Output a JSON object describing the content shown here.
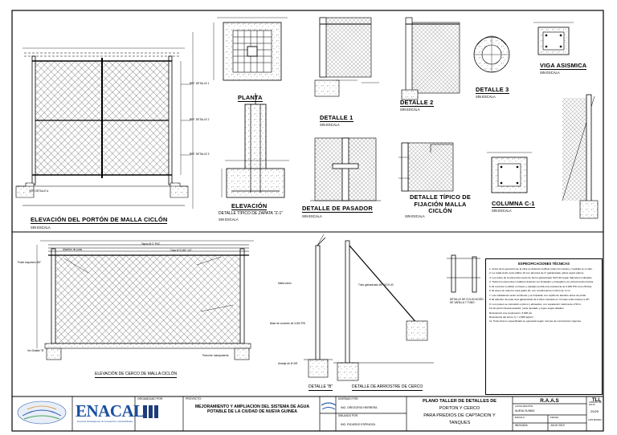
{
  "sheet": {
    "drawings": {
      "porton": {
        "title": "ELEVACIÓN DEL PORTÓN DE MALLA CICLÓN",
        "scale": "SIN ESCALA"
      },
      "planta": {
        "title": "PLANTA"
      },
      "zapata": {
        "title": "ELEVACIÓN",
        "subtitle": "DETALLE TÍPICO DE ZAPATA \"Z-1\"",
        "scale": "SIN ESCALA"
      },
      "pasador": {
        "title": "DETALLE DE PASADOR",
        "scale": "SIN ESCALA"
      },
      "detalle1": {
        "title": "DETALLE 1",
        "scale": "SIN ESCALA"
      },
      "detalle2": {
        "title": "DETALLE 2",
        "scale": "SIN ESCALA"
      },
      "detalle3": {
        "title": "DETALLE 3",
        "scale": "SIN ESCALA"
      },
      "viga": {
        "title": "VIGA ASISMICA",
        "scale": "SIN ESCALA"
      },
      "fijacion": {
        "title": "DETALLE TÍPICO DE FIJACIÓN MALLA CICLÓN",
        "scale": "SIN ESCALA"
      },
      "columna": {
        "title": "COLUMNA C-1",
        "scale": "SIN ESCALA"
      },
      "cerco": {
        "title": "ELEVACIÓN DE CERCO DE MALLA CICLÓN"
      },
      "detalle_b": {
        "title": "DETALLE \"B\""
      },
      "arriostre": {
        "title": "DETALLE DE ARRIOSTRE DE CERCO"
      },
      "colocacion": {
        "title": "DETALLE DE COLOCACIÓN DE VARILLA Y TUBO"
      }
    },
    "annotations": {
      "tapon_pvc": "Tapón Ø 2\" PVC",
      "tubo_hg": "Tubo H°G Ø2\" 1/2\"",
      "alambre": "Alambre de púas",
      "malla_ciclon": "Malla ciclón",
      "tubo_galv": "Tubo galvanizado Ø2\" SCH-40",
      "base_concreto": "Base de concreto de 3,000 PSI",
      "anclaje": "Anclaje de Ø 3/8\"",
      "poste": "Poste esquinero Ø2\"",
      "viga_detalle": "Ver Detalle \"B\"",
      "pared": "Pared de mampostería",
      "ref_1": "REF. DETALLE 1",
      "ref_2": "REF. DETALLE 2",
      "ref_3": "REF. DETALLE 3",
      "detalle_a": "VER DETALLE A"
    },
    "specs": {
      "title": "ESPECIFICACIONES TÉCNICAS",
      "lines": [
        "1. Antes de la ejecución de la obra se deberán verificar todos los niveles y medidas en el sitio.",
        "2. La malla ciclón será calibre 10 con abertura de 2\" galvanizada, altura según planos.",
        "3. Los tubos de la estructura serán de hierro galvanizado SCH-40 según diámetros indicados.",
        "4. Todos los elementos metálicos deberán ser limpiados y protegidos con pintura anticorrosiva.",
        "5. El concreto a utilizar en bases y zapatas tendrá una resistencia de 3,000 PSI a los 28 días.",
        "6. El acero de refuerzo será grado 40, con recubrimiento mínimo de 3 cm.",
        "7. Las soldaduras serán continuas y se limpiarán con cepillo de alambre antes de pintar.",
        "8. El alambre de púas será galvanizado de 2 hilos colocado en 3 líneas sobre brazos a 45°.",
        "9. Los postes se colocarán a plomo y alineados, con separación máxima de 2.50 m.",
        "10. El portón llevará pasador, porta candado y topes según detalles.",
        "Resistencia a la compresión: 3,000 psi",
        "Resistencia del acero: fy = 2,800 kg/cm²",
        "11. Toda obra no especificada se ejecutará según normas de construcción vigentes."
      ]
    },
    "title_block": {
      "logos": {
        "enacal": "ENACAL",
        "enacal_sub": "Empresa Nicaragüense de Acueductos y Alcantarillados"
      },
      "org_label": "ORGANIZADO POR:",
      "project_label": "PROYECTO:",
      "project": "MEJORAMIENTO Y AMPLIACION DEL SISTEMA DE AGUA POTABLE DE LA CIUDAD DE NUEVA GUINEA",
      "designed_label": "DISEÑADO POR:",
      "designer": "ING. GREGORIO HERRERA",
      "drawn_label": "DIBUJADO POR:",
      "drafter": "ING. RICARDO ESPINOZA",
      "sheet_title_1": "PLANO TALLER DE DETALLES DE",
      "sheet_title_2": "PORTON Y CERCO",
      "sheet_title_3": "PARA PREDIOS DE CAPTACION Y",
      "sheet_title_4": "TANQUES",
      "code": "R.A.A.S",
      "loc_label": "LOCALIZACIÓN:",
      "location": "NUEVA GUINEA",
      "scale_label": "ESCALA:",
      "scale": "INDICADA",
      "date_label": "FECHA:",
      "date": "JULIO 2019",
      "code_label": "CÓDIGO DE HOJA:",
      "sheet_code": "TLL",
      "sheet_no": "20/25",
      "content_label": "CONTENIDO:"
    }
  }
}
